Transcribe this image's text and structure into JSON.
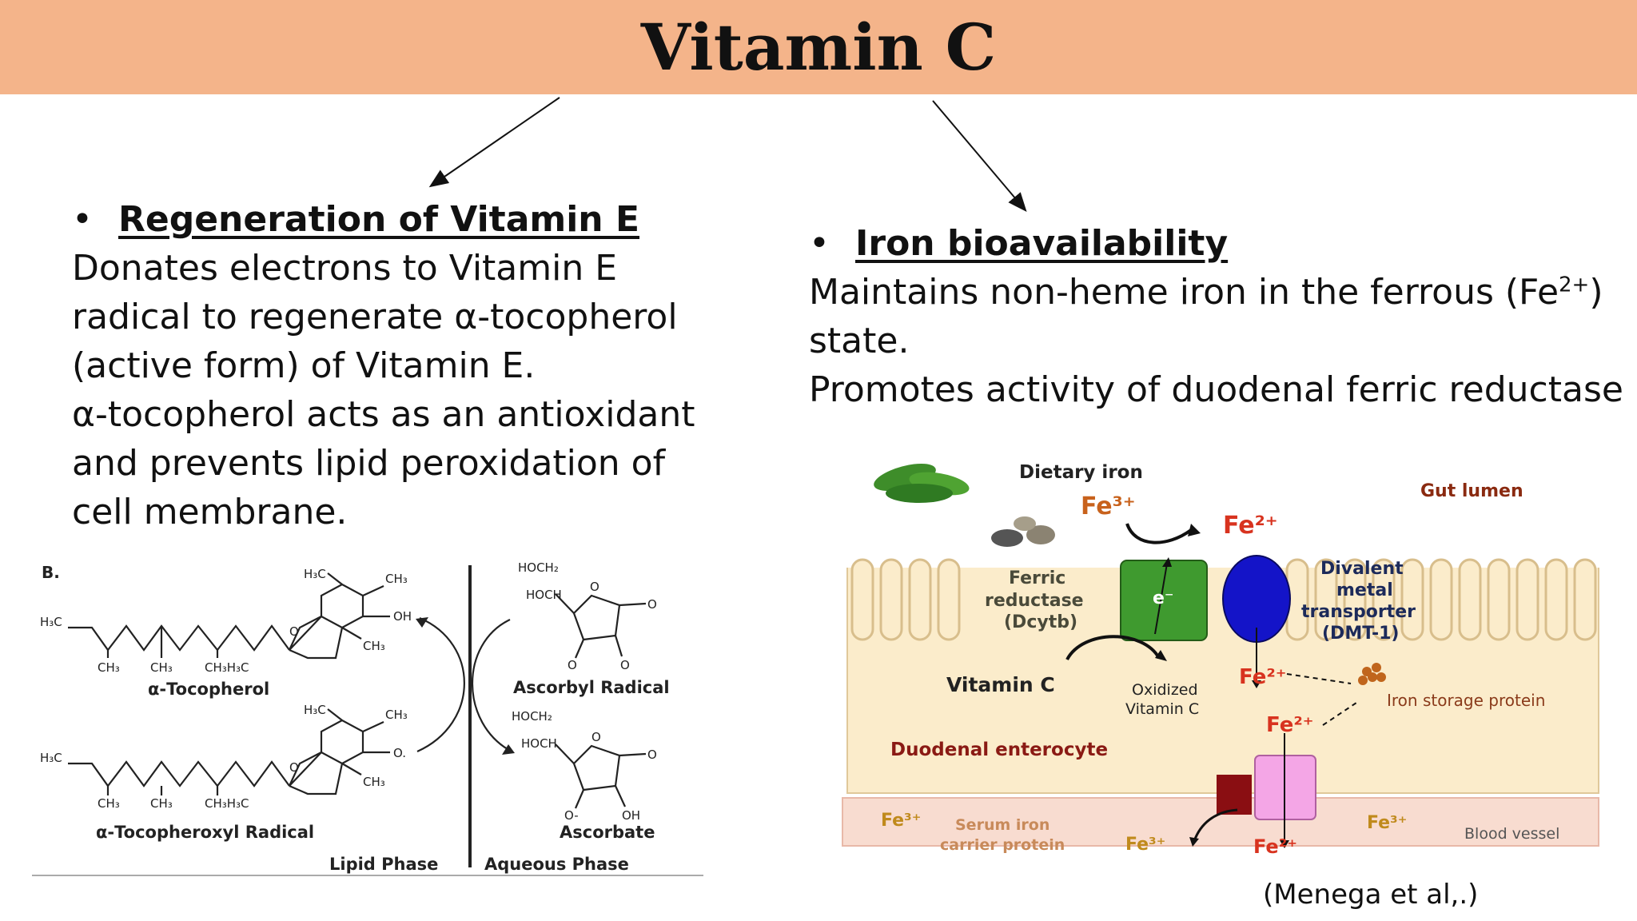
{
  "title": "Vitamin C",
  "left": {
    "heading": "Regeneration of Vitamin E",
    "lines": [
      "Donates electrons to Vitamin E",
      "radical to regenerate α-tocopherol",
      "(active form) of Vitamin E.",
      "α-tocopherol acts as an antioxidant",
      "and prevents lipid peroxidation of",
      "cell membrane."
    ],
    "figure": {
      "panel_label": "B.",
      "top_molecule": "α-Tocopherol",
      "bottom_molecule": "α-Tocopheroxyl Radical",
      "ascorbyl_radical": "Ascorbyl Radical",
      "ascorbate": "Ascorbate",
      "lipid_phase": "Lipid Phase",
      "aqueous_phase": "Aqueous Phase",
      "atoms": {
        "h3c": "H₃C",
        "ch3": "CH₃",
        "ch3h3c": "CH₃H₃C",
        "oh": "OH",
        "o": "O",
        "o_radical": "O.",
        "o_minus": "O-",
        "hoch2": "HOCH₂",
        "hoch": "HOCH"
      }
    }
  },
  "right": {
    "heading": "Iron bioavailability",
    "line1_prefix": "Maintains non-heme iron in the ferrous (Fe",
    "line1_sup": "2+",
    "line1_suffix": ")",
    "line2": "state.",
    "line3": "Promotes activity of duodenal ferric reductase",
    "figure": {
      "dietary_iron": "Dietary iron",
      "gut_lumen": "Gut lumen",
      "fe3_label": "Fe³⁺",
      "fe2_label": "Fe²⁺",
      "ferric": "Ferric",
      "reductase": "reductase",
      "dcytb": "(Dcytb)",
      "electron": "e⁻",
      "divalent": "Divalent",
      "metal": "metal",
      "transporter": "transporter",
      "dmt1": "(DMT-1)",
      "vitamin_c": "Vitamin C",
      "oxidized": "Oxidized",
      "oxidized_vitc": "Vitamin C",
      "storage": "Iron storage protein",
      "enterocyte": "Duodenal enterocyte",
      "serum1": "Serum iron",
      "serum2": "carrier protein",
      "blood": "Blood vessel",
      "colors": {
        "cell": "#fbeccb",
        "blood": "#f8dcd0",
        "reductase": "#3f9a2f",
        "transporter": "#1414c8",
        "fe_red": "#d8331f",
        "brown": "#8a2a10"
      }
    },
    "citation": "(Menega et al,.)"
  }
}
